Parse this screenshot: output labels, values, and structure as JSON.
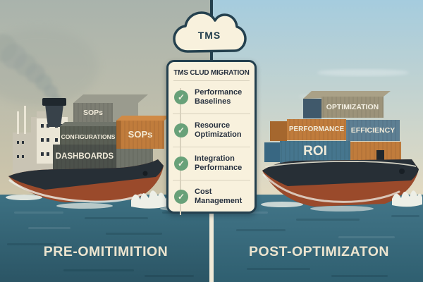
{
  "scene": {
    "cloud_label": "TMS",
    "panel": {
      "title": "TMS CLUD MIGRATION",
      "items": [
        {
          "line1": "Performance",
          "line2": "Baselines"
        },
        {
          "line1": "Resource",
          "line2": "Optimization"
        },
        {
          "line1": "Integration",
          "line2": "Performance"
        },
        {
          "line1": "Cost",
          "line2": "Management"
        }
      ]
    },
    "left": {
      "caption": "PRE-OMITIMITION",
      "containers": {
        "top": "SOPs",
        "mid_left": "CONFIGURATIONS",
        "mid_right": "SOPs",
        "bottom": "DASHBOARDS"
      }
    },
    "right": {
      "caption": "POST-OPTIMIZATON",
      "containers": {
        "top": "OPTIMIZATION",
        "mid_left": "PERFORMANCE",
        "mid_right": "EFFICIENCY",
        "bottom_left": "ROI"
      }
    }
  },
  "icons": {
    "check": "✓"
  },
  "colors": {
    "navy": "#24404e",
    "cream": "#f8f1dd",
    "check-green": "#68a179",
    "text-dark": "#27313f",
    "panel-line": "#d8d1bd",
    "caption": "#ece4cf",
    "label-light": "#f0ead9",
    "divider-white": "#f1ead8",
    "sky-left-top": "#a9b3ac",
    "sky-left-bot": "#cfc6ab",
    "sky-right-top": "#a5ccde",
    "sky-right-bot": "#e3dac1",
    "water-left-top": "#3d7183",
    "water-left-bot": "#2b5565",
    "water-right-top": "#437689",
    "water-right-bot": "#2f5f70",
    "hull": "#272f36",
    "keel": "#9a4a2b",
    "foam": "#edefe7",
    "smoke": "#98a29c",
    "superstructure": "#ebe6d6",
    "super-shade": "#c9c4b4",
    "stack": "#38424a",
    "stack-cap": "#20282e",
    "c-gray-light": "#7d7e73",
    "c-gray-lighter": "#9a9b8e",
    "c-gray": "#5a5f55",
    "c-gray-dark": "#4c514b",
    "c-gray-mid": "#70746a",
    "c-orange": "#c07c3c",
    "c-orange-dark": "#a5672e",
    "c-khaki": "#9c937a",
    "c-slate": "#5d7f93",
    "c-slate-side": "#40596b",
    "c-steel": "#46768e",
    "c-steel-dark": "#386782"
  }
}
